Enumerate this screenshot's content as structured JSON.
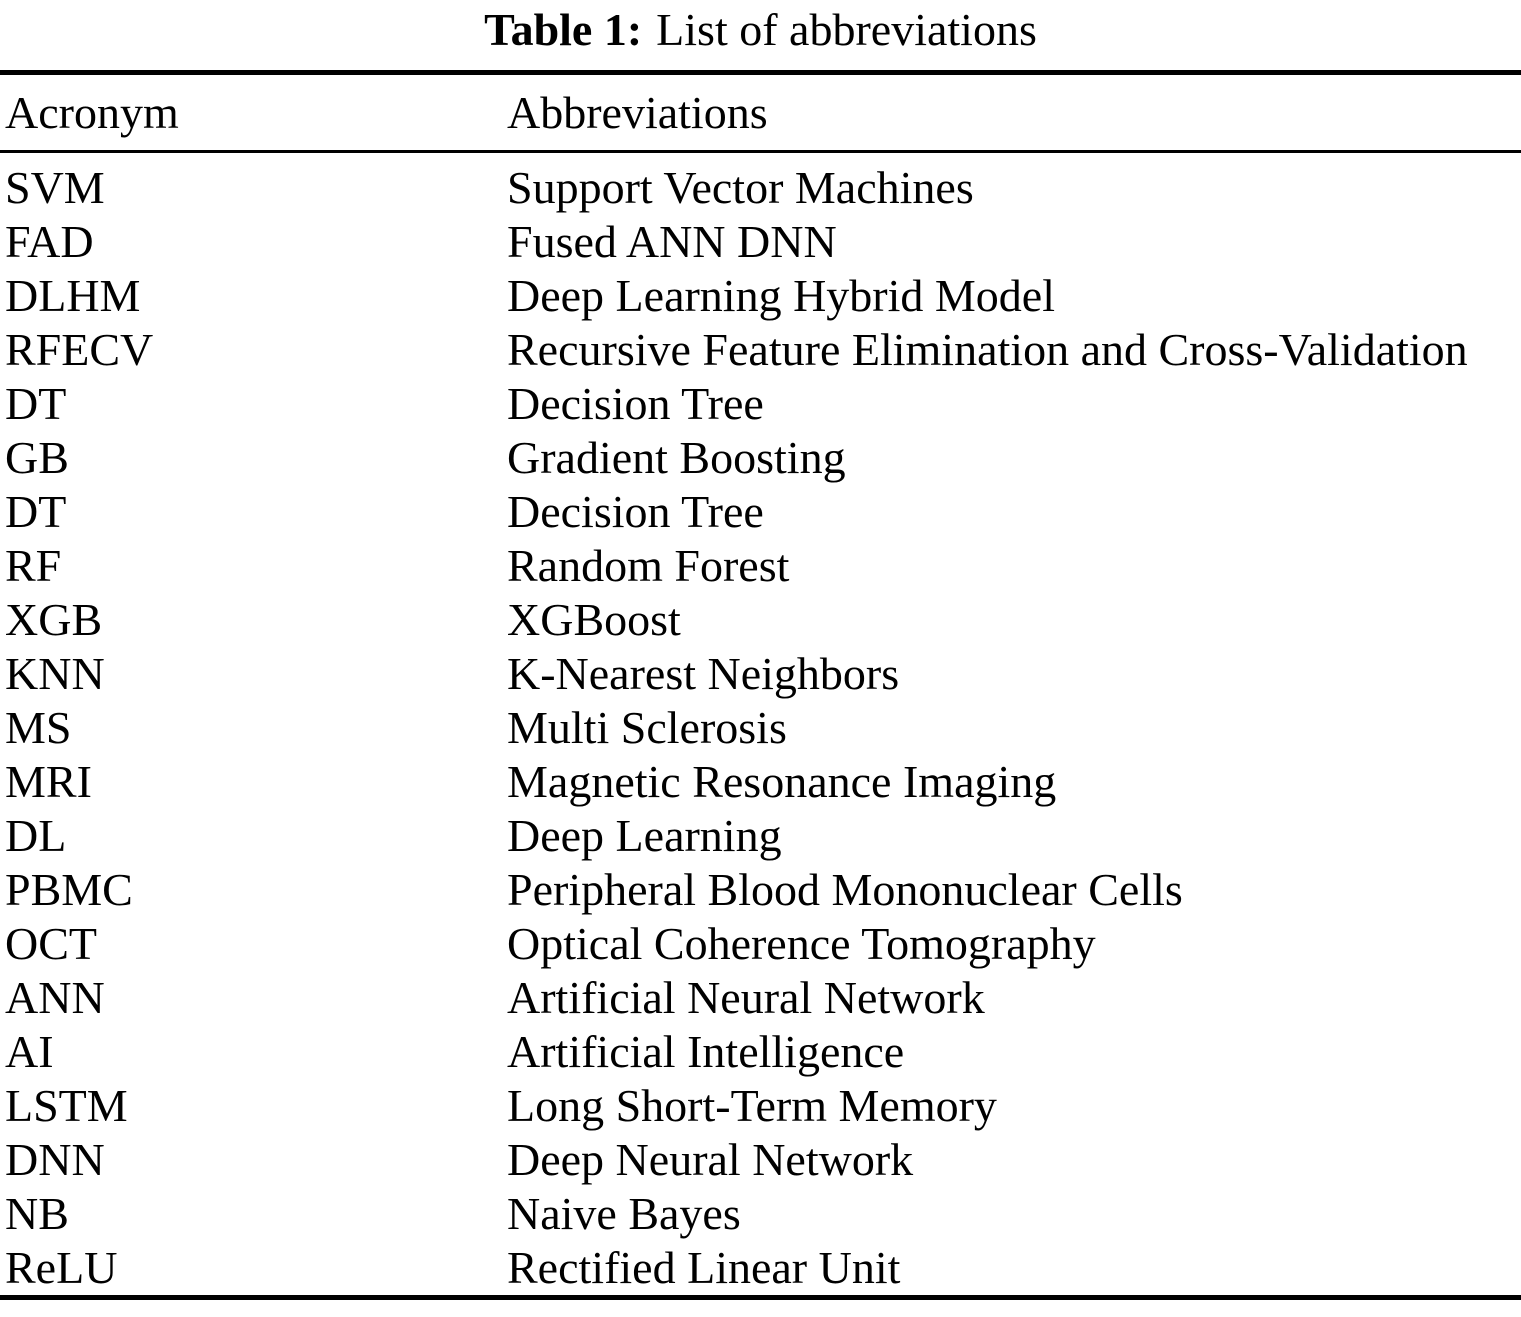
{
  "table": {
    "caption": {
      "label": "Table 1:",
      "text": "List of abbreviations"
    },
    "columns": [
      "Acronym",
      "Abbreviations"
    ],
    "rows": [
      [
        "SVM",
        "Support Vector Machines"
      ],
      [
        "FAD",
        "Fused ANN DNN"
      ],
      [
        "DLHM",
        "Deep Learning Hybrid Model"
      ],
      [
        "RFECV",
        "Recursive Feature Elimination and Cross-Validation"
      ],
      [
        "DT",
        "Decision Tree"
      ],
      [
        "GB",
        "Gradient Boosting"
      ],
      [
        "DT",
        "Decision Tree"
      ],
      [
        "RF",
        "Random Forest"
      ],
      [
        "XGB",
        "XGBoost"
      ],
      [
        "KNN",
        "K-Nearest Neighbors"
      ],
      [
        "MS",
        "Multi Sclerosis"
      ],
      [
        "MRI",
        "Magnetic Resonance Imaging"
      ],
      [
        "DL",
        "Deep Learning"
      ],
      [
        "PBMC",
        "Peripheral Blood Mononuclear Cells"
      ],
      [
        "OCT",
        "Optical Coherence Tomography"
      ],
      [
        "ANN",
        "Artificial Neural Network"
      ],
      [
        "AI",
        "Artificial Intelligence"
      ],
      [
        "LSTM",
        "Long Short-Term Memory"
      ],
      [
        "DNN",
        "Deep Neural Network"
      ],
      [
        "NB",
        "Naive Bayes"
      ],
      [
        "ReLU",
        "Rectified Linear Unit"
      ]
    ],
    "colors": {
      "text": "#000000",
      "background": "#ffffff",
      "rule": "#000000"
    }
  }
}
